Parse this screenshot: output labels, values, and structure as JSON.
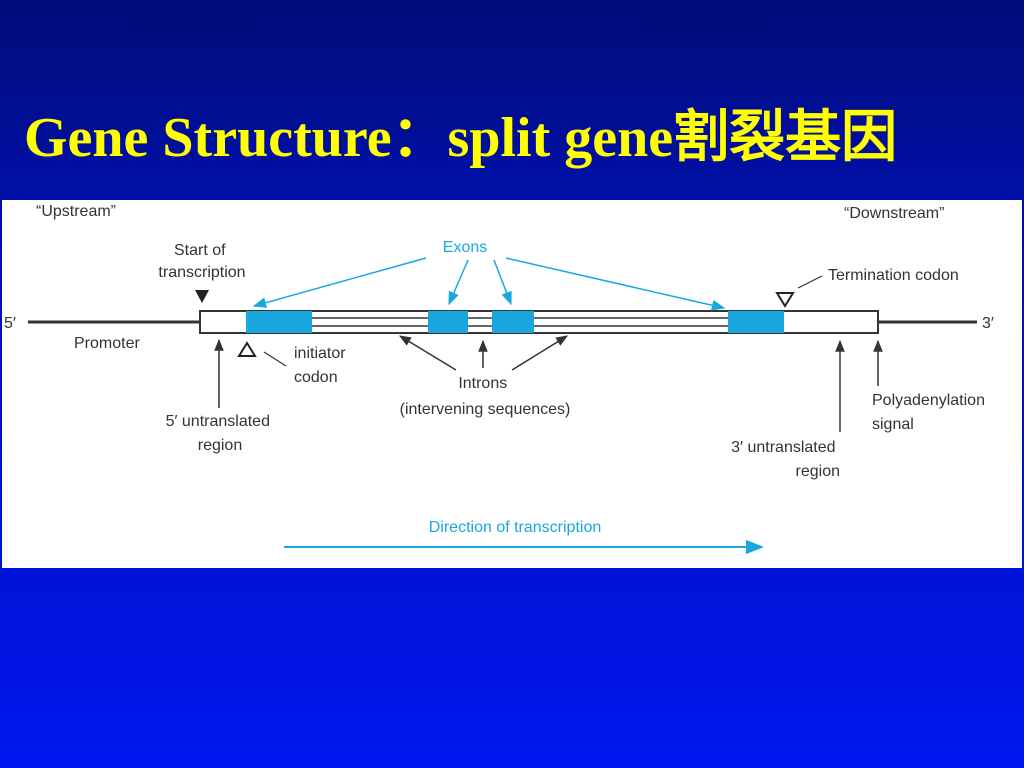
{
  "slide": {
    "title": "Gene Structure：split gene割裂基因"
  },
  "diagram": {
    "upstream": "“Upstream”",
    "downstream": "“Downstream”",
    "five_prime": "5′",
    "three_prime": "3′",
    "promoter": "Promoter",
    "start_of_transcription": [
      "Start of",
      "transcription"
    ],
    "exons": "Exons",
    "termination_codon": "Termination codon",
    "initiator_codon": [
      "initiator",
      "codon"
    ],
    "introns": [
      "Introns",
      "(intervening sequences)"
    ],
    "five_utr": [
      "5′ untranslated",
      "region"
    ],
    "three_utr": [
      "3′ untranslated",
      "region"
    ],
    "polyadenylation": [
      "Polyadenylation",
      "signal"
    ],
    "direction": "Direction of transcription",
    "colors": {
      "exon": "#1aa7e0",
      "arrow": "#1aa7e0",
      "label": "#333333",
      "title": "#ffff00"
    }
  }
}
